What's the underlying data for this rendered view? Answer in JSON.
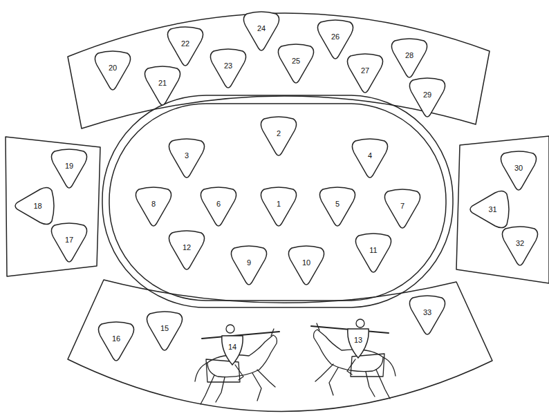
{
  "diagram": {
    "nodes": [
      {
        "text": [
          "20"
        ]
      },
      {
        "text": [
          "21"
        ]
      },
      {
        "text": [
          "22"
        ]
      },
      {
        "text": [
          "23"
        ]
      },
      {
        "text": [
          "24"
        ]
      },
      {
        "text": [
          "25"
        ]
      },
      {
        "text": [
          "26"
        ]
      },
      {
        "text": [
          "27"
        ]
      },
      {
        "text": [
          "28"
        ]
      },
      {
        "text": [
          "29"
        ]
      },
      {
        "text": [
          "19"
        ]
      },
      {
        "text": [
          "18"
        ]
      },
      {
        "text": [
          "17"
        ]
      },
      {
        "text": [
          "2"
        ]
      },
      {
        "text": [
          "3"
        ]
      },
      {
        "text": [
          "4"
        ]
      },
      {
        "text": [
          "8"
        ]
      },
      {
        "text": [
          "6"
        ]
      },
      {
        "text": [
          "1"
        ]
      },
      {
        "text": [
          "5"
        ]
      },
      {
        "text": [
          "7"
        ]
      },
      {
        "text": [
          "12"
        ]
      },
      {
        "text": [
          "9"
        ]
      },
      {
        "text": [
          "10"
        ]
      },
      {
        "text": [
          "11"
        ]
      },
      {
        "text": [
          "30"
        ]
      },
      {
        "text": [
          "31"
        ]
      },
      {
        "text": [
          "32"
        ]
      },
      {
        "text": [
          "16"
        ]
      },
      {
        "text": [
          "15"
        ]
      },
      {
        "text": [
          "14"
        ]
      },
      {
        "text": [
          "13"
        ]
      },
      {
        "text": [
          "33"
        ]
      }
    ]
  }
}
